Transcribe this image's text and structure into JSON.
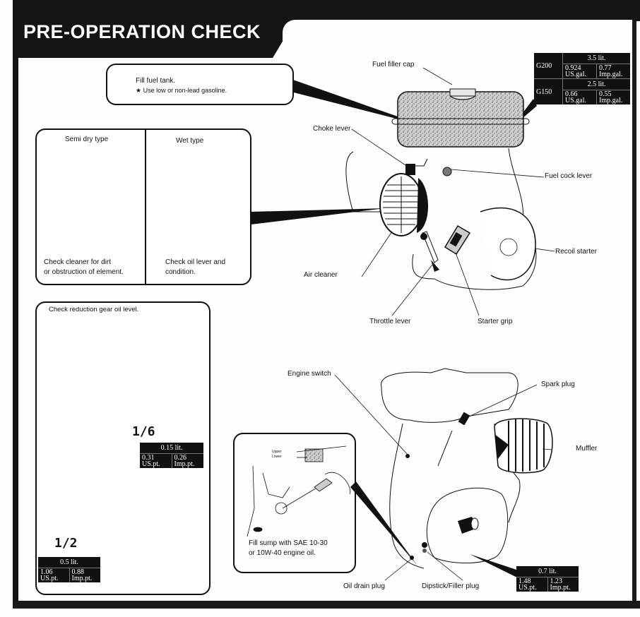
{
  "page": {
    "title": "PRE-OPERATION CHECK"
  },
  "fuel_callout": {
    "line1": "Fill fuel tank.",
    "line2": "★  Use low or non-lead gasoline."
  },
  "fuel_capacity": {
    "rows": [
      {
        "model": "G200",
        "liters": "3.5 lit.",
        "us": "0.924",
        "us_unit": "US.gal.",
        "imp": "0.77",
        "imp_unit": "Imp.gal."
      },
      {
        "model": "G150",
        "liters": "2.5 lit.",
        "us": "0.66",
        "us_unit": "US.gal.",
        "imp": "0.55",
        "imp_unit": "Imp.gal."
      }
    ]
  },
  "air_cleaner_callout": {
    "semi_dry": {
      "title": "Semi dry type",
      "text1": "Check cleaner for dirt",
      "text2": "or obstruction of element."
    },
    "wet": {
      "title": "Wet type",
      "text1": "Check oil lever and",
      "text2": "condition."
    }
  },
  "engine_top_labels": {
    "fuel_filler_cap": "Fuel filler cap",
    "choke_lever": "Choke lever",
    "fuel_cock_lever": "Fuel cock lever",
    "recoil_starter": "Recoil starter",
    "air_cleaner": "Air cleaner",
    "throttle_lever": "Throttle lever",
    "starter_grip": "Starter grip"
  },
  "reduction_gear_callout": {
    "title": "Check reduction gear oil level.",
    "ratio_a": "1/6",
    "ratio_b": "1/2",
    "spec_a": {
      "liters": "0.15 lit.",
      "us": "0.31",
      "us_unit": "US.pt.",
      "imp": "0.26",
      "imp_unit": "Imp.pt."
    },
    "spec_b": {
      "liters": "0.5 lit.",
      "us": "1.06",
      "us_unit": "US.pt.",
      "imp": "0.88",
      "imp_unit": "Imp.pt."
    }
  },
  "sump_callout": {
    "upper": "Upper",
    "lower": "Lower",
    "text1": "Fill sump with SAE 10-30",
    "text2": "or 10W-40 engine oil."
  },
  "engine_bottom_labels": {
    "engine_switch": "Engine switch",
    "spark_plug": "Spark plug",
    "muffler": "Muffler",
    "oil_drain_plug": "Oil drain plug",
    "dipstick_filler_plug": "Dipstick/Filler plug"
  },
  "engine_oil_capacity": {
    "liters": "0.7 lit.",
    "us": "1.48",
    "us_unit": "US.pt.",
    "imp": "1.23",
    "imp_unit": "Imp.pt."
  }
}
